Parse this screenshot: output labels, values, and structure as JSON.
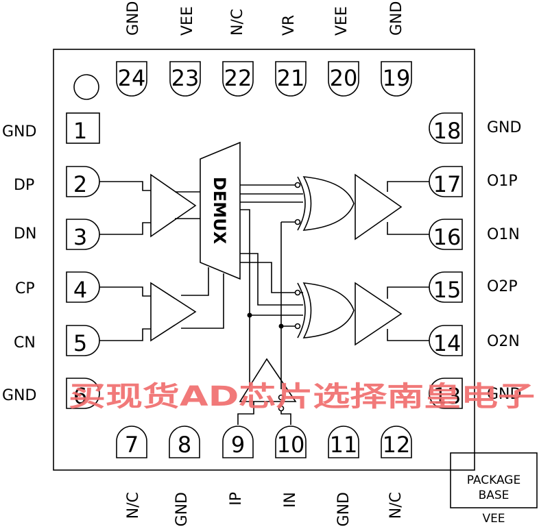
{
  "top_labels": [
    "GND",
    "VEE",
    "N/C",
    "VR",
    "VEE",
    "GND"
  ],
  "bottom_labels": [
    "N/C",
    "GND",
    "IP",
    "IN",
    "GND",
    "N/C"
  ],
  "left_labels": [
    "GND",
    "DP",
    "DN",
    "CP",
    "CN",
    "GND"
  ],
  "right_labels": [
    "GND",
    "O1P",
    "O1N",
    "O2P",
    "O2N",
    "GND"
  ],
  "top_pins": [
    "24",
    "23",
    "22",
    "21",
    "20",
    "19"
  ],
  "bottom_pins": [
    "7",
    "8",
    "9",
    "10",
    "11",
    "12"
  ],
  "left_pins": [
    "1",
    "2",
    "3",
    "4",
    "5",
    "6"
  ],
  "right_pins": [
    "18",
    "17",
    "16",
    "15",
    "14",
    "13"
  ],
  "demux_label": "DEMUX",
  "package_base": {
    "line1": "PACKAGE",
    "line2": "BASE",
    "label": "VEE"
  },
  "watermark": "买现货AD芯片选择南皇电子"
}
